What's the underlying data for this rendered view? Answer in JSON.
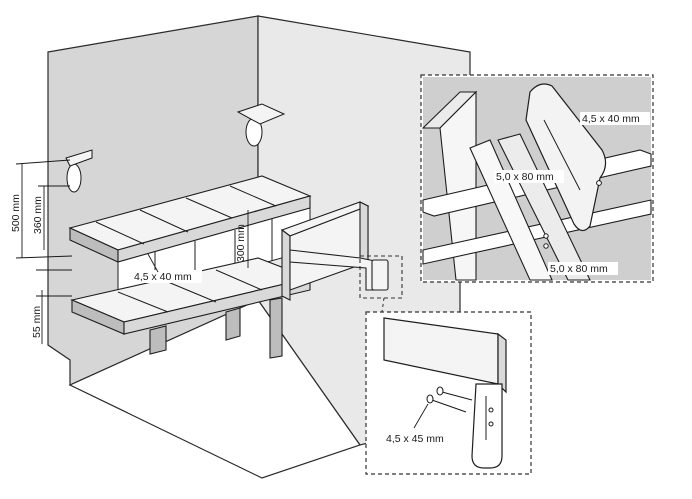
{
  "diagram": {
    "dimensions": {
      "height_total": "500 mm",
      "height_upper": "360 mm",
      "height_gap": "55 mm",
      "rail_spacing": "300 mm"
    },
    "screws": {
      "main_bench": "4,5 x 40 mm",
      "detail_top_a": "5,0 x 80 mm",
      "detail_top_b": "4,5 x 40 mm",
      "detail_top_c": "5,0 x 80 mm",
      "detail_bottom": "4,5 x 45 mm"
    }
  }
}
